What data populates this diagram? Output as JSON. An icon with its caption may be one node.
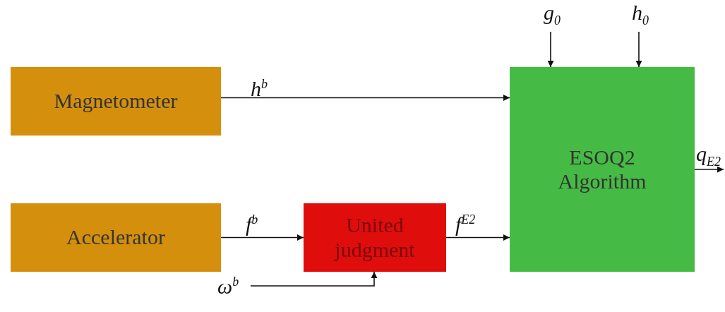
{
  "diagram": {
    "nodes": [
      {
        "text": [
          "Magnetometer"
        ]
      },
      {
        "text": [
          "Accelerator"
        ]
      },
      {
        "text": [
          "United judgment"
        ]
      },
      {
        "text": [
          "ESOQ2 Algorithm"
        ]
      }
    ],
    "edges": [
      {
        "from": 0,
        "to": 3,
        "arrow": "to",
        "label": "h$^{b}$"
      },
      {
        "from": 1,
        "to": 2,
        "arrow": "to",
        "label": "f$^{b}$"
      },
      {
        "from": 2,
        "to": 3,
        "arrow": "to",
        "label": "f$^{E2}$"
      },
      {
        "from": null,
        "to": 2,
        "arrow": "to",
        "label": "ω$^{b}$"
      },
      {
        "from": null,
        "to": 3,
        "arrow": "to",
        "label": "g$_{0}$"
      },
      {
        "from": null,
        "to": 3,
        "arrow": "to",
        "label": "h$_{0}$"
      },
      {
        "from": 3,
        "to": null,
        "arrow": "to",
        "label": "q$_{E2}$"
      }
    ]
  }
}
